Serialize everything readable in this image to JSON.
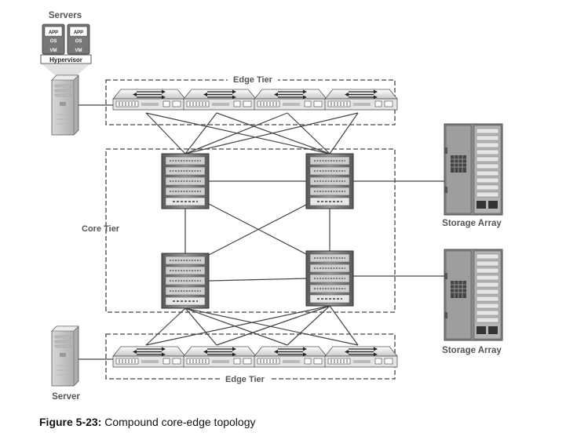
{
  "servers_top": {
    "title": "Servers",
    "vm_boxes": [
      {
        "app": "APP",
        "os": "OS",
        "vm": "VM"
      },
      {
        "app": "APP",
        "os": "OS",
        "vm": "VM"
      }
    ],
    "hypervisor": "Hypervisor"
  },
  "server_bottom": {
    "label": "Server"
  },
  "edge_tier_top": {
    "label": "Edge Tier"
  },
  "edge_tier_bottom": {
    "label": "Edge Tier"
  },
  "core_tier": {
    "label": "Core Tier"
  },
  "storage_arrays": [
    {
      "label": "Storage Array"
    },
    {
      "label": "Storage Array"
    }
  ],
  "caption": {
    "figure_label": "Figure 5-23:",
    "text": " Compound core-edge topology"
  }
}
